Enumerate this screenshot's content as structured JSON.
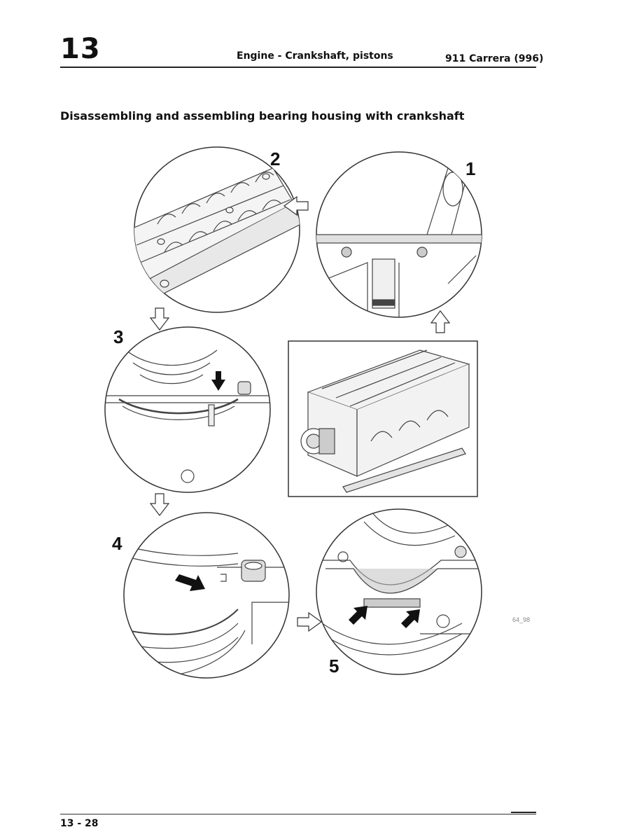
{
  "header": {
    "chapter": "13",
    "title": "Engine - Crankshaft, pistons",
    "model": "911 Carrera (996)"
  },
  "section": {
    "title": "Disassembling and assembling bearing housing with crankshaft"
  },
  "figure": {
    "step_labels": [
      "1",
      "2",
      "3",
      "4",
      "5"
    ],
    "image_code": "64_98"
  },
  "footer": {
    "page_number": "13 - 28"
  }
}
